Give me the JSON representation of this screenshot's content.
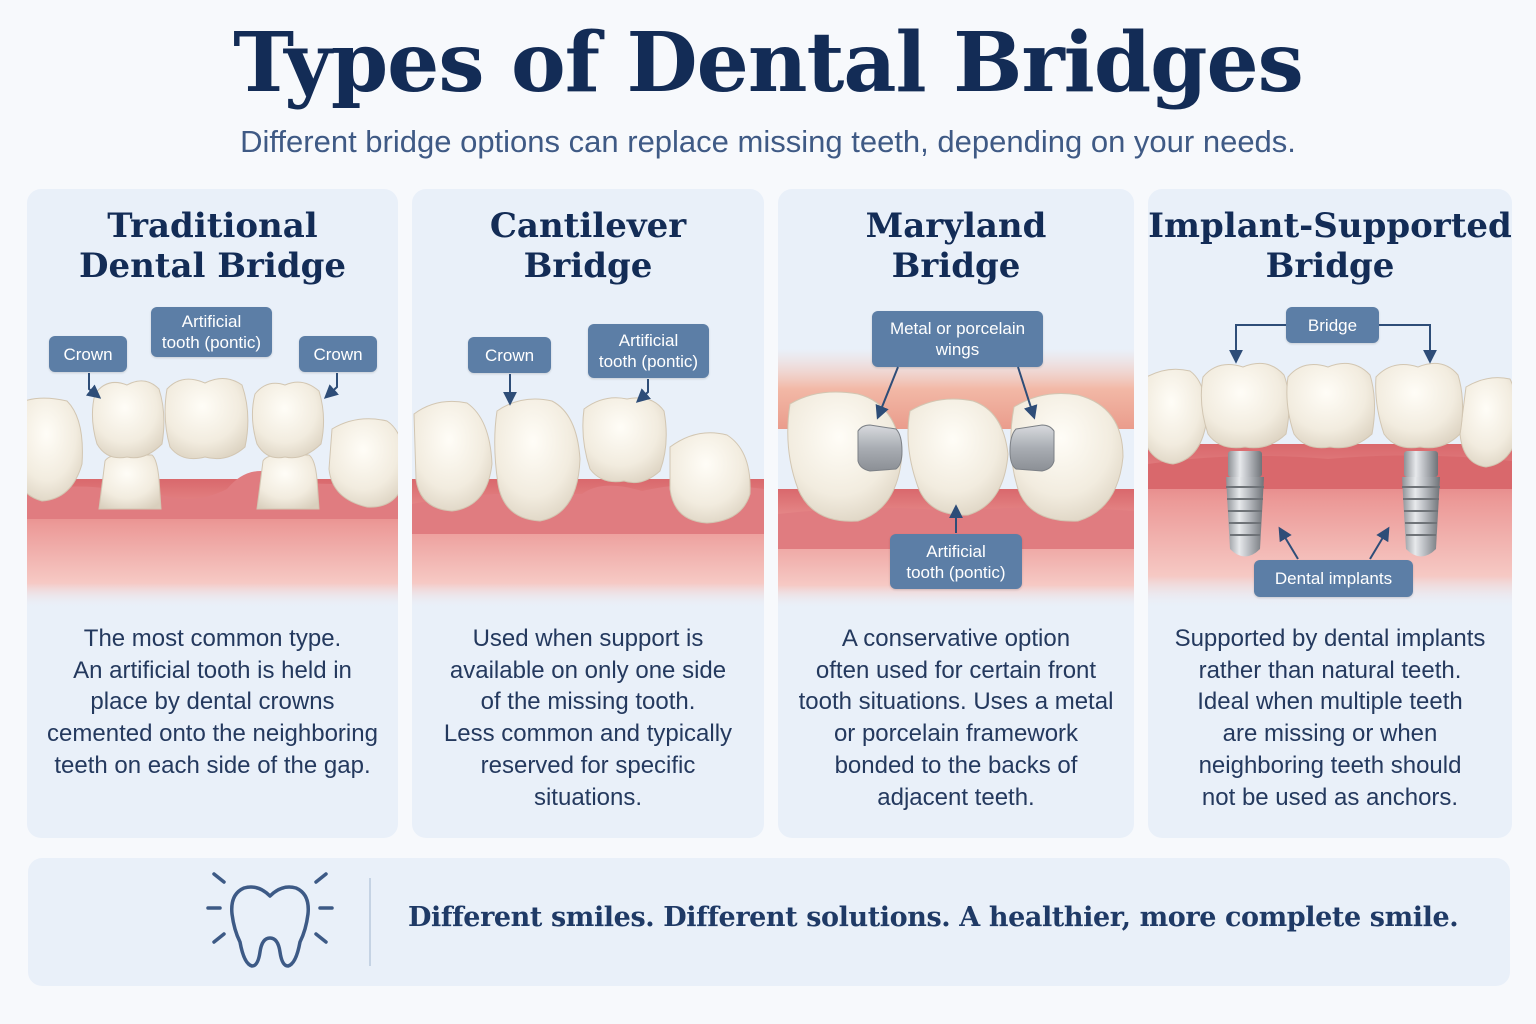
{
  "header": {
    "title": "Types of Dental Bridges",
    "subtitle": "Different bridge options can replace missing teeth, depending on your needs."
  },
  "cards": [
    {
      "title_lines": [
        "Traditional",
        "Dental Bridge"
      ],
      "labels": {
        "crown_left": "Crown",
        "pontic": [
          "Artificial",
          "tooth (pontic)"
        ],
        "crown_right": "Crown"
      },
      "description": [
        "The most common type.",
        "An artificial tooth is held in",
        "place by dental crowns",
        "cemented onto the neighboring",
        "teeth on each side of the gap."
      ]
    },
    {
      "title_lines": [
        "Cantilever",
        "Bridge"
      ],
      "labels": {
        "crown": "Crown",
        "pontic": [
          "Artificial",
          "tooth (pontic)"
        ]
      },
      "description": [
        "Used when support is",
        "available on only one side",
        "of the missing tooth.",
        "Less common and typically",
        "reserved for specific",
        "situations."
      ]
    },
    {
      "title_lines": [
        "Maryland",
        "Bridge"
      ],
      "labels": {
        "wings": [
          "Metal or porcelain",
          "wings"
        ],
        "pontic": [
          "Artificial",
          "tooth (pontic)"
        ]
      },
      "description": [
        "A conservative option",
        "often used for certain front",
        "tooth situations. Uses a metal",
        "or porcelain framework",
        "bonded to the backs of",
        "adjacent teeth."
      ]
    },
    {
      "title_lines": [
        "Implant-Supported",
        "Bridge"
      ],
      "labels": {
        "bridge": "Bridge",
        "implants": "Dental implants"
      },
      "description": [
        "Supported by dental implants",
        "rather than natural teeth.",
        "Ideal when multiple teeth",
        "are missing or when",
        "neighboring teeth should",
        "not be used as anchors."
      ]
    }
  ],
  "footer": {
    "icon": "tooth-icon",
    "text": "Different smiles. Different solutions. A healthier, more complete smile."
  },
  "colors": {
    "title": "#132c56",
    "card_bg": "#e9f0f9",
    "callout": "#5c7ea6",
    "gum": "#e98d8f",
    "tooth": "#f4efe4"
  }
}
